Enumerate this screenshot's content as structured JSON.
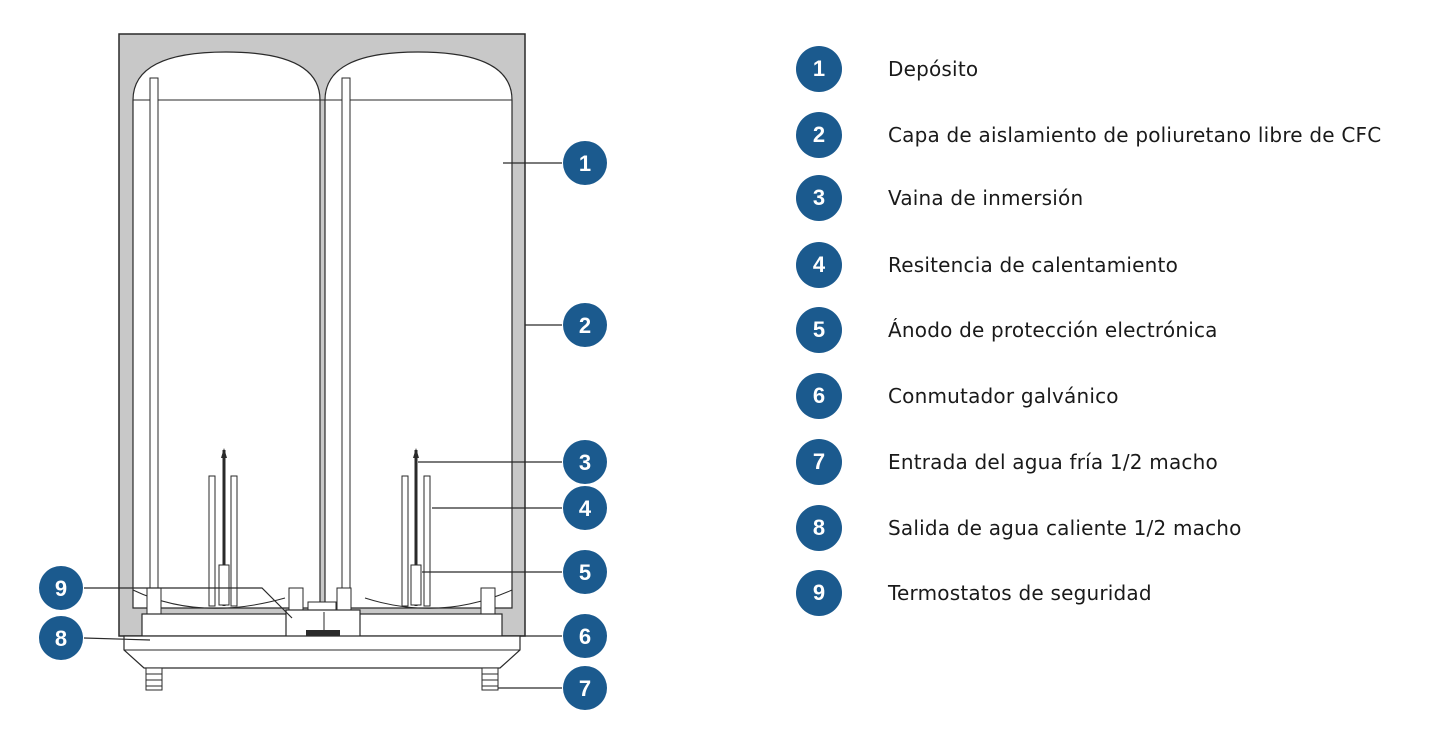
{
  "colors": {
    "badge": "#1b5a8e",
    "insulation": "#c6c6c6",
    "line": "#2a2a2a"
  },
  "legend": {
    "items": [
      {
        "num": "1",
        "label": "Depósito"
      },
      {
        "num": "2",
        "label": "Capa de aislamiento de poliuretano libre de CFC"
      },
      {
        "num": "3",
        "label": "Vaina de inmersión"
      },
      {
        "num": "4",
        "label": "Resitencia de calentamiento"
      },
      {
        "num": "5",
        "label": "Ánodo de protección electrónica"
      },
      {
        "num": "6",
        "label": "Conmutador galvánico"
      },
      {
        "num": "7",
        "label": "Entrada del agua fría 1/2 macho"
      },
      {
        "num": "8",
        "label": "Salida de agua caliente 1/2 macho"
      },
      {
        "num": "9",
        "label": "Termostatos de seguridad"
      }
    ]
  }
}
